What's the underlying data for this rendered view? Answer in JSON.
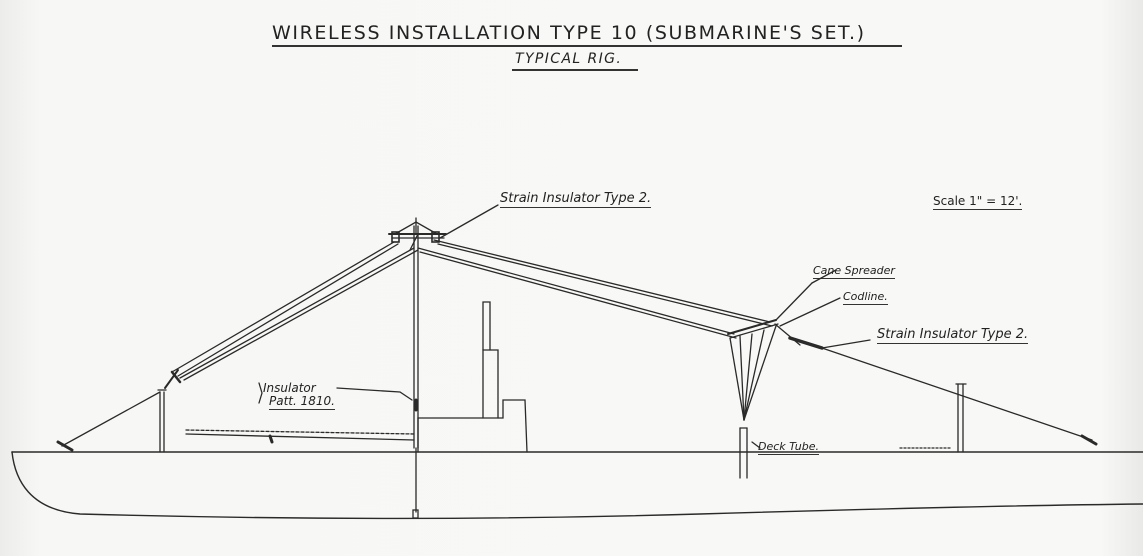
{
  "title": "WIRELESS INSTALLATION TYPE 10 (SUBMARINE'S SET.)",
  "subtitle": "TYPICAL RIG.",
  "scale": "Scale 1\" = 12'.",
  "labels": {
    "strain_insulator_upper": "Strain Insulator Type 2.",
    "cane_spreader": "Cane Spreader",
    "codline": "Codline.",
    "strain_insulator_right": "Strain Insulator Type 2.",
    "insulator_line1": "Insulator",
    "insulator_line2": "Patt. 1810.",
    "deck_tube": "Deck Tube."
  },
  "colors": {
    "ink": "#2a2a2a",
    "paper": "#f4f4f2"
  }
}
